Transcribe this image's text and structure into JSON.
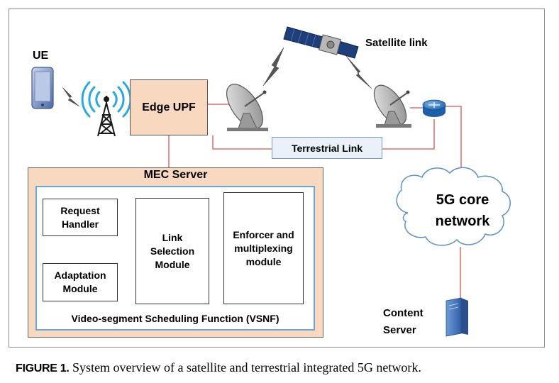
{
  "labels": {
    "ue": "UE",
    "satellite_link": "Satellite link",
    "edge_upf": "Edge UPF",
    "terrestrial_link": "Terrestrial Link",
    "mec_server": "MEC Server",
    "request_handler": "Request Handler",
    "adaptation_module": "Adaptation Module",
    "link_selection_module": "Link Selection Module",
    "enforcer_module": "Enforcer and multiplexing module",
    "vsnf": "Video-segment Scheduling Function (VSNF)",
    "core_network": "5G core network",
    "content_server": "Content Server"
  },
  "caption": {
    "figure_label": "FIGURE 1.",
    "text": "System overview of a satellite and terrestrial integrated 5G network."
  },
  "colors": {
    "link_line": "#d9534f",
    "box_fill": "#f9d8c0",
    "inner_border": "#6aa6cf",
    "terrestrial_fill": "#eaf1f8",
    "arrow": "#1f3b57"
  },
  "icons": [
    "phone-icon",
    "antenna-tower-icon",
    "satellite-icon",
    "satellite-dish-icon",
    "router-icon",
    "cloud-icon",
    "server-icon",
    "lightning-icon"
  ]
}
